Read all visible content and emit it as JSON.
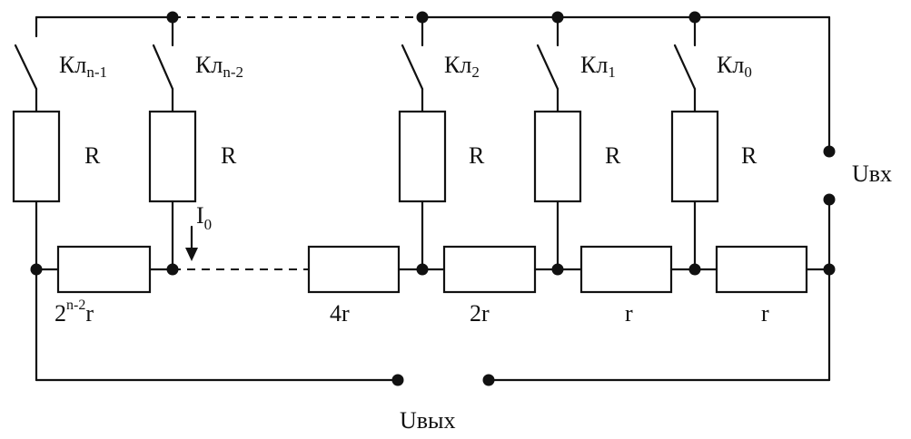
{
  "switches": [
    {
      "base": "Кл",
      "sub": "n-1"
    },
    {
      "base": "Кл",
      "sub": "n-2"
    },
    {
      "base": "Кл",
      "sub": "2"
    },
    {
      "base": "Кл",
      "sub": "1"
    },
    {
      "base": "Кл",
      "sub": "0"
    }
  ],
  "resistors": {
    "vertical_label": "R",
    "ladder": [
      {
        "base": "2",
        "sup": "n-2",
        "tail": "r"
      },
      {
        "base": "4r"
      },
      {
        "base": "2r"
      },
      {
        "base": "r"
      },
      {
        "base": "r"
      }
    ]
  },
  "current": {
    "base": "I",
    "sub": "0"
  },
  "input_label": "Uвх",
  "output_label": "Uвых",
  "colors": {
    "ink": "#111111",
    "background": "#ffffff"
  }
}
